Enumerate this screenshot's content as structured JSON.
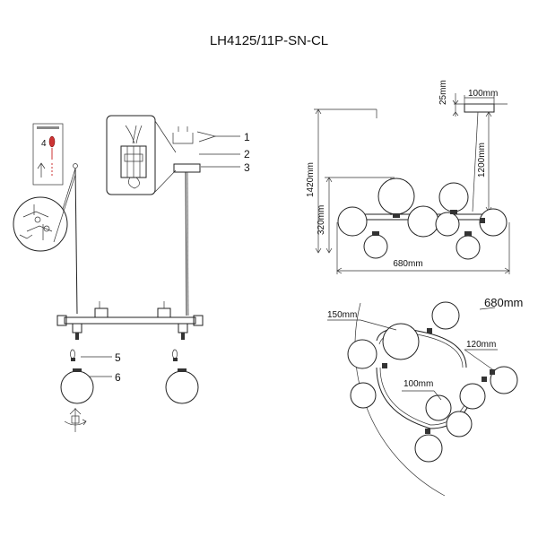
{
  "title": "LH4125/11P-SN-CL",
  "callouts": [
    "1",
    "2",
    "3",
    "5",
    "6"
  ],
  "inset_step": "4",
  "dims": {
    "plate_width": "100mm",
    "plate_height": "25mm",
    "total_height": "1420mm",
    "rod_length": "1200mm",
    "body_height": "320mm",
    "body_width": "680mm",
    "top_diameter": "680mm",
    "globe_large": "150mm",
    "globe_medium": "120mm",
    "globe_small": "100mm"
  }
}
